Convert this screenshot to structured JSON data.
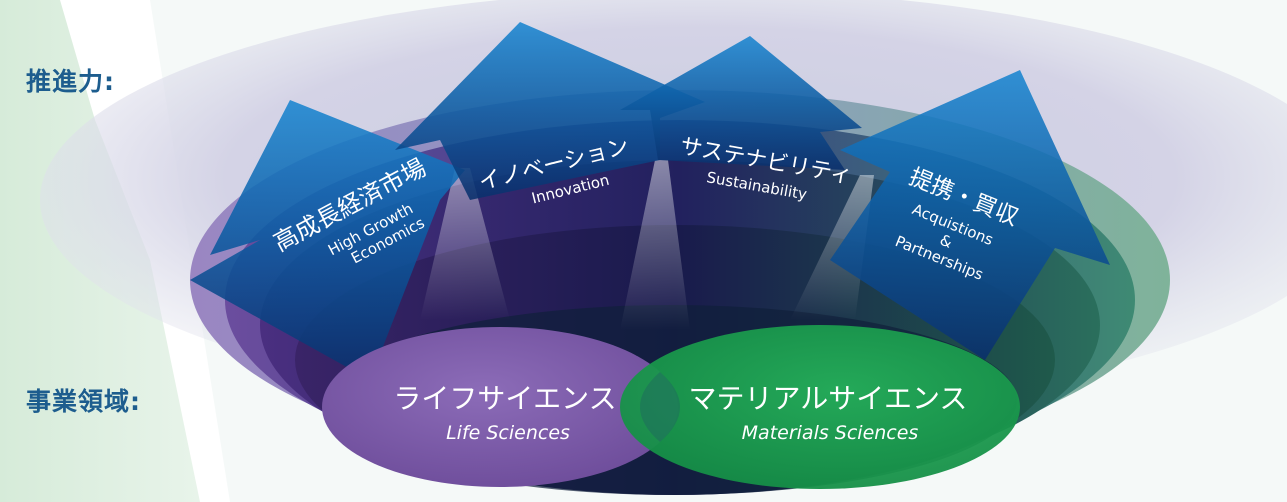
{
  "labels": {
    "drivers": "推進力:",
    "business_domains": "事業領域:"
  },
  "drivers": [
    {
      "jp": "高成長経済市場",
      "en1": "High Growth",
      "en2": "Economics"
    },
    {
      "jp": "イノベーション",
      "en1": "Innovation"
    },
    {
      "jp": "サステナビリティ",
      "en1": "Sustainability"
    },
    {
      "jp": "提携・買収",
      "en1": "Acquistions",
      "en2": "&",
      "en3": "Partnerships"
    }
  ],
  "domains": [
    {
      "jp": "ライフサイエンス",
      "en": "Life Sciences"
    },
    {
      "jp": "マテリアルサイエンス",
      "en": "Materials Sciences"
    }
  ],
  "colors": {
    "label_text": "#1d5d8e",
    "arrow_blue": "#0a6bb3",
    "life_sciences": "#7e5ca8",
    "materials_sciences": "#1f9c4f",
    "bowl_dark": "#2a1d55"
  }
}
